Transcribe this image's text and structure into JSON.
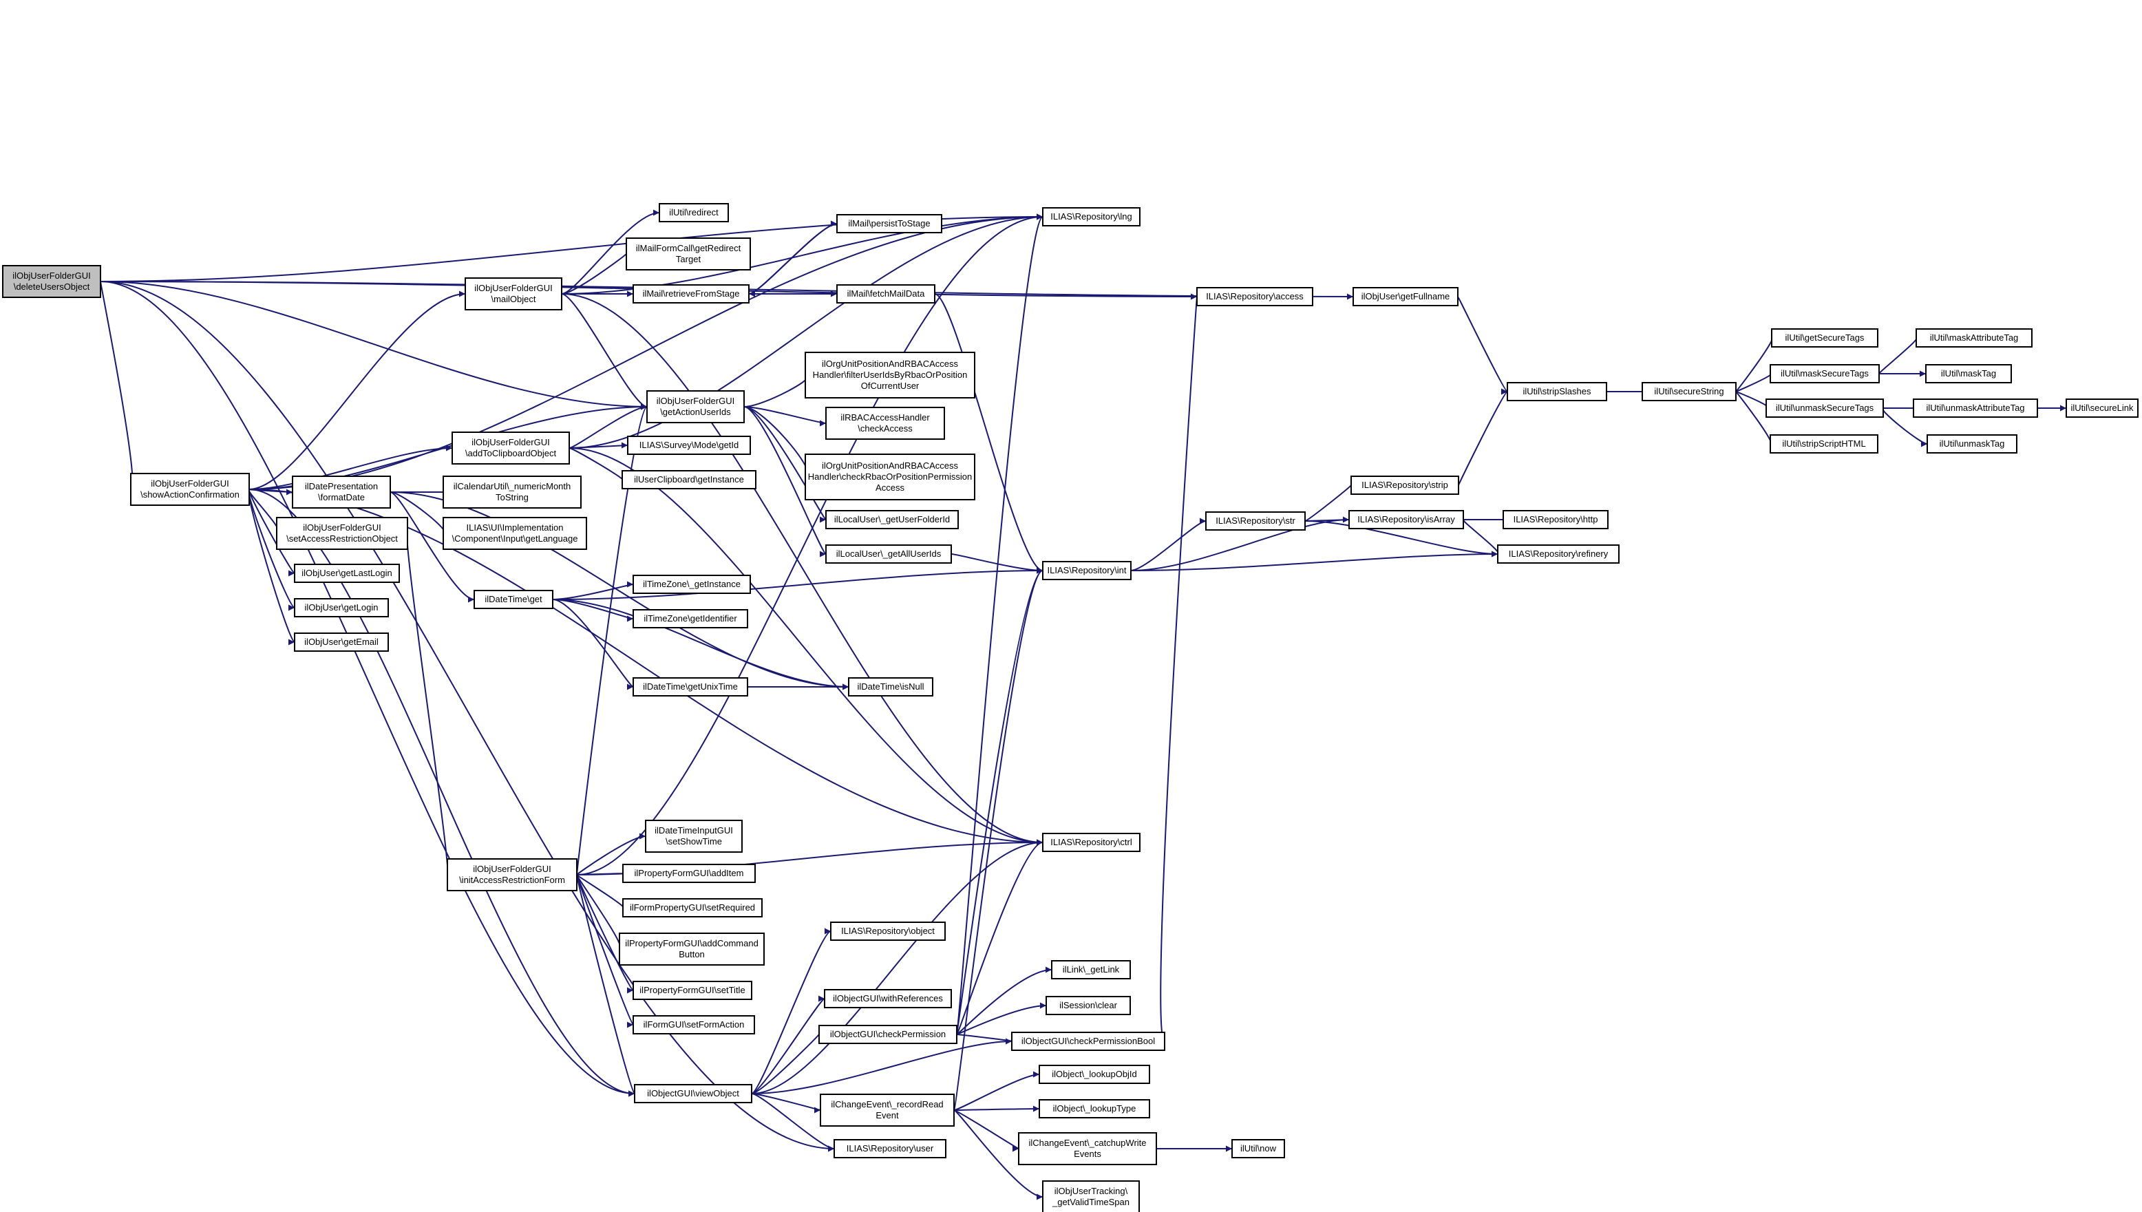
{
  "nodes": [
    {
      "id": "n0",
      "lines": [
        "ilObjUserFolderGUI",
        "\\deleteUsersObject"
      ],
      "root": true
    },
    {
      "id": "n1",
      "lines": [
        "ilObjUserFolderGUI",
        "\\showActionConfirmation"
      ]
    },
    {
      "id": "n2",
      "lines": [
        "ILIAS\\Repository\\lng"
      ]
    },
    {
      "id": "n3",
      "lines": [
        "ilObjUserFolderGUI",
        "\\getActionUserIds"
      ]
    },
    {
      "id": "n4",
      "lines": [
        "ILIAS\\Repository\\access"
      ]
    },
    {
      "id": "n5",
      "lines": [
        "ilObjUser\\getFullname"
      ]
    },
    {
      "id": "n6",
      "lines": [
        "ilObjectGUI\\viewObject"
      ]
    },
    {
      "id": "n7",
      "lines": [
        "ILIAS\\Repository\\user"
      ]
    },
    {
      "id": "n8",
      "lines": [
        "ilObjUserFolderGUI",
        "\\mailObject"
      ]
    },
    {
      "id": "n9",
      "lines": [
        "ilObjUserFolderGUI",
        "\\addToClipboardObject"
      ]
    },
    {
      "id": "n10",
      "lines": [
        "ilDatePresentation",
        "\\formatDate"
      ]
    },
    {
      "id": "n11",
      "lines": [
        "ilObjUserFolderGUI",
        "\\setAccessRestrictionObject"
      ]
    },
    {
      "id": "n12",
      "lines": [
        "ilObjUser\\getLastLogin"
      ]
    },
    {
      "id": "n13",
      "lines": [
        "ilObjUser\\getLogin"
      ]
    },
    {
      "id": "n14",
      "lines": [
        "ilObjUser\\getEmail"
      ]
    },
    {
      "id": "n15",
      "lines": [
        "ILIAS\\Repository\\ctrl"
      ]
    },
    {
      "id": "n16",
      "lines": [
        "ilDateTime\\isNull"
      ]
    },
    {
      "id": "n17",
      "lines": [
        "ilUtil\\redirect"
      ]
    },
    {
      "id": "n18",
      "lines": [
        "ilMailFormCall\\getRedirect",
        "Target"
      ]
    },
    {
      "id": "n19",
      "lines": [
        "ilMail\\retrieveFromStage"
      ]
    },
    {
      "id": "n20",
      "lines": [
        "ilMail\\persistToStage"
      ]
    },
    {
      "id": "n21",
      "lines": [
        "ilMail\\fetchMailData"
      ]
    },
    {
      "id": "n22",
      "lines": [
        "ILIAS\\Repository\\int"
      ]
    },
    {
      "id": "n23",
      "lines": [
        "ilOrgUnitPositionAndRBACAccess",
        "Handler\\filterUserIdsByRbacOrPosition",
        "OfCurrentUser"
      ]
    },
    {
      "id": "n24",
      "lines": [
        "ilRBACAccessHandler",
        "\\checkAccess"
      ]
    },
    {
      "id": "n25",
      "lines": [
        "ilOrgUnitPositionAndRBACAccess",
        "Handler\\checkRbacOrPositionPermission",
        "Access"
      ]
    },
    {
      "id": "n26",
      "lines": [
        "ilLocalUser\\_getUserFolderId"
      ]
    },
    {
      "id": "n27",
      "lines": [
        "ilLocalUser\\_getAllUserIds"
      ]
    },
    {
      "id": "n28",
      "lines": [
        "ILIAS\\Survey\\Mode\\getId"
      ]
    },
    {
      "id": "n29",
      "lines": [
        "ilUserClipboard\\getInstance"
      ]
    },
    {
      "id": "n30",
      "lines": [
        "ilCalendarUtil\\_numericMonth",
        "ToString"
      ]
    },
    {
      "id": "n31",
      "lines": [
        "ILIAS\\UI\\Implementation",
        "\\Component\\Input\\getLanguage"
      ]
    },
    {
      "id": "n32",
      "lines": [
        "ilDateTime\\get"
      ]
    },
    {
      "id": "n33",
      "lines": [
        "ilTimeZone\\_getInstance"
      ]
    },
    {
      "id": "n34",
      "lines": [
        "ilTimeZone\\getIdentifier"
      ]
    },
    {
      "id": "n35",
      "lines": [
        "ilDateTime\\getUnixTime"
      ]
    },
    {
      "id": "n36",
      "lines": [
        "ilObjUserFolderGUI",
        "\\initAccessRestrictionForm"
      ]
    },
    {
      "id": "n37",
      "lines": [
        "ilDateTimeInputGUI",
        "\\setShowTime"
      ]
    },
    {
      "id": "n38",
      "lines": [
        "ilPropertyFormGUI\\addItem"
      ]
    },
    {
      "id": "n39",
      "lines": [
        "ilFormPropertyGUI\\setRequired"
      ]
    },
    {
      "id": "n40",
      "lines": [
        "ilPropertyFormGUI\\addCommand",
        "Button"
      ]
    },
    {
      "id": "n41",
      "lines": [
        "ilPropertyFormGUI\\setTitle"
      ]
    },
    {
      "id": "n42",
      "lines": [
        "ilFormGUI\\setFormAction"
      ]
    },
    {
      "id": "n43",
      "lines": [
        "ILIAS\\Repository\\object"
      ]
    },
    {
      "id": "n44",
      "lines": [
        "ilObjectGUI\\withReferences"
      ]
    },
    {
      "id": "n45",
      "lines": [
        "ilObjectGUI\\checkPermission"
      ]
    },
    {
      "id": "n46",
      "lines": [
        "ilChangeEvent\\_recordRead",
        "Event"
      ]
    },
    {
      "id": "n47",
      "lines": [
        "ilLink\\_getLink"
      ]
    },
    {
      "id": "n48",
      "lines": [
        "ilSession\\clear"
      ]
    },
    {
      "id": "n49",
      "lines": [
        "ilObjectGUI\\checkPermissionBool"
      ]
    },
    {
      "id": "n50",
      "lines": [
        "ilObject\\_lookupObjId"
      ]
    },
    {
      "id": "n51",
      "lines": [
        "ilObject\\_lookupType"
      ]
    },
    {
      "id": "n52",
      "lines": [
        "ilChangeEvent\\_catchupWrite",
        "Events"
      ]
    },
    {
      "id": "n53",
      "lines": [
        "ilObjUserTracking\\",
        "_getValidTimeSpan"
      ]
    },
    {
      "id": "n54",
      "lines": [
        "ilUtil\\now"
      ]
    },
    {
      "id": "n55",
      "lines": [
        "ILIAS\\Repository\\str"
      ]
    },
    {
      "id": "n56",
      "lines": [
        "ILIAS\\Repository\\strip"
      ]
    },
    {
      "id": "n57",
      "lines": [
        "ILIAS\\Repository\\isArray"
      ]
    },
    {
      "id": "n58",
      "lines": [
        "ILIAS\\Repository\\refinery"
      ]
    },
    {
      "id": "n59",
      "lines": [
        "ILIAS\\Repository\\http"
      ]
    },
    {
      "id": "n60",
      "lines": [
        "ilUtil\\stripSlashes"
      ]
    },
    {
      "id": "n61",
      "lines": [
        "ilUtil\\secureString"
      ]
    },
    {
      "id": "n62",
      "lines": [
        "ilUtil\\getSecureTags"
      ]
    },
    {
      "id": "n63",
      "lines": [
        "ilUtil\\maskSecureTags"
      ]
    },
    {
      "id": "n64",
      "lines": [
        "ilUtil\\unmaskSecureTags"
      ]
    },
    {
      "id": "n65",
      "lines": [
        "ilUtil\\stripScriptHTML"
      ]
    },
    {
      "id": "n66",
      "lines": [
        "ilUtil\\maskAttributeTag"
      ]
    },
    {
      "id": "n67",
      "lines": [
        "ilUtil\\maskTag"
      ]
    },
    {
      "id": "n68",
      "lines": [
        "ilUtil\\unmaskAttributeTag"
      ]
    },
    {
      "id": "n69",
      "lines": [
        "ilUtil\\unmaskTag"
      ]
    },
    {
      "id": "n70",
      "lines": [
        "ilUtil\\secureLink"
      ]
    }
  ],
  "edges": [
    [
      "n0",
      "n1"
    ],
    [
      "n0",
      "n2"
    ],
    [
      "n0",
      "n3"
    ],
    [
      "n0",
      "n4"
    ],
    [
      "n0",
      "n5"
    ],
    [
      "n0",
      "n6"
    ],
    [
      "n0",
      "n7"
    ],
    [
      "n1",
      "n2"
    ],
    [
      "n1",
      "n3"
    ],
    [
      "n1",
      "n8"
    ],
    [
      "n1",
      "n9"
    ],
    [
      "n1",
      "n10"
    ],
    [
      "n1",
      "n11"
    ],
    [
      "n1",
      "n12"
    ],
    [
      "n1",
      "n13"
    ],
    [
      "n1",
      "n14"
    ],
    [
      "n1",
      "n15"
    ],
    [
      "n1",
      "n6"
    ],
    [
      "n8",
      "n2"
    ],
    [
      "n8",
      "n17"
    ],
    [
      "n8",
      "n18"
    ],
    [
      "n8",
      "n19"
    ],
    [
      "n8",
      "n3"
    ],
    [
      "n8",
      "n15"
    ],
    [
      "n19",
      "n20"
    ],
    [
      "n19",
      "n21"
    ],
    [
      "n20",
      "n19"
    ],
    [
      "n21",
      "n22"
    ],
    [
      "n3",
      "n23"
    ],
    [
      "n3",
      "n24"
    ],
    [
      "n3",
      "n25"
    ],
    [
      "n3",
      "n26"
    ],
    [
      "n3",
      "n27"
    ],
    [
      "n27",
      "n22"
    ],
    [
      "n9",
      "n2"
    ],
    [
      "n9",
      "n3"
    ],
    [
      "n9",
      "n28"
    ],
    [
      "n9",
      "n29"
    ],
    [
      "n9",
      "n15"
    ],
    [
      "n10",
      "n30"
    ],
    [
      "n10",
      "n31"
    ],
    [
      "n10",
      "n32"
    ],
    [
      "n10",
      "n16"
    ],
    [
      "n32",
      "n22"
    ],
    [
      "n32",
      "n33"
    ],
    [
      "n32",
      "n34"
    ],
    [
      "n32",
      "n35"
    ],
    [
      "n32",
      "n16"
    ],
    [
      "n35",
      "n16"
    ],
    [
      "n11",
      "n36"
    ],
    [
      "n36",
      "n2"
    ],
    [
      "n36",
      "n3"
    ],
    [
      "n36",
      "n15"
    ],
    [
      "n36",
      "n37"
    ],
    [
      "n36",
      "n38"
    ],
    [
      "n36",
      "n39"
    ],
    [
      "n36",
      "n40"
    ],
    [
      "n36",
      "n41"
    ],
    [
      "n36",
      "n42"
    ],
    [
      "n36",
      "n6"
    ],
    [
      "n6",
      "n15"
    ],
    [
      "n6",
      "n43"
    ],
    [
      "n6",
      "n44"
    ],
    [
      "n6",
      "n45"
    ],
    [
      "n6",
      "n49"
    ],
    [
      "n6",
      "n46"
    ],
    [
      "n6",
      "n7"
    ],
    [
      "n45",
      "n22"
    ],
    [
      "n45",
      "n2"
    ],
    [
      "n45",
      "n15"
    ],
    [
      "n45",
      "n47"
    ],
    [
      "n45",
      "n48"
    ],
    [
      "n45",
      "n49"
    ],
    [
      "n49",
      "n4"
    ],
    [
      "n46",
      "n22"
    ],
    [
      "n46",
      "n50"
    ],
    [
      "n46",
      "n51"
    ],
    [
      "n46",
      "n52"
    ],
    [
      "n46",
      "n53"
    ],
    [
      "n52",
      "n54"
    ],
    [
      "n22",
      "n55"
    ],
    [
      "n22",
      "n57"
    ],
    [
      "n22",
      "n58"
    ],
    [
      "n55",
      "n56"
    ],
    [
      "n55",
      "n57"
    ],
    [
      "n55",
      "n58"
    ],
    [
      "n57",
      "n59"
    ],
    [
      "n57",
      "n58"
    ],
    [
      "n56",
      "n60"
    ],
    [
      "n5",
      "n60"
    ],
    [
      "n60",
      "n61"
    ],
    [
      "n61",
      "n62"
    ],
    [
      "n61",
      "n63"
    ],
    [
      "n61",
      "n64"
    ],
    [
      "n61",
      "n65"
    ],
    [
      "n63",
      "n66"
    ],
    [
      "n63",
      "n67"
    ],
    [
      "n64",
      "n68"
    ],
    [
      "n64",
      "n69"
    ],
    [
      "n68",
      "n70"
    ]
  ]
}
